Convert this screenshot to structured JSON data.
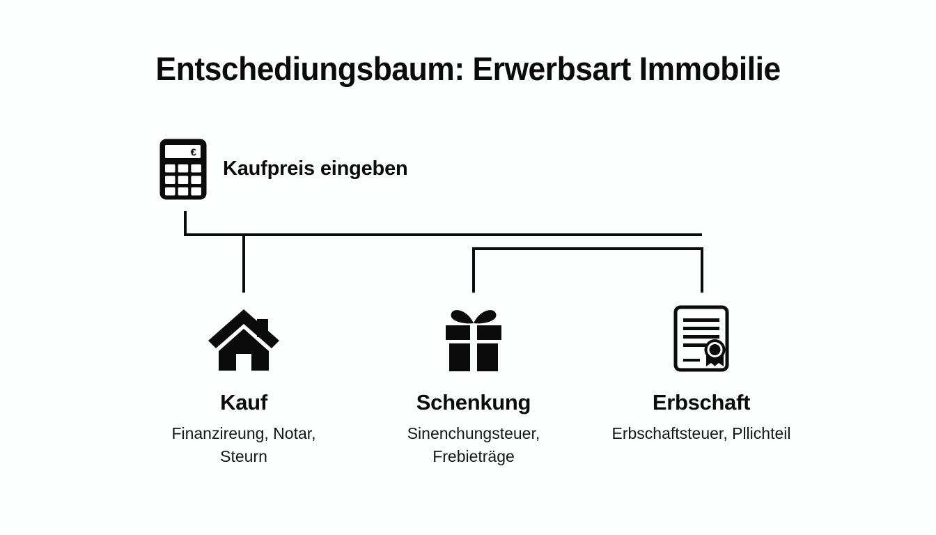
{
  "page": {
    "title": "Entschediungsbaum: Erwerbsart Immobilie",
    "background_color": "#fcfdfd",
    "ink_color": "#0b0b0b"
  },
  "root": {
    "icon": "calculator-euro-icon",
    "currency_symbol": "€",
    "label": "Kaufpreis eingeben"
  },
  "branches": [
    {
      "id": "kauf",
      "icon": "house-icon",
      "title": "Kauf",
      "description": "Finanzireung, Notar, Steurn"
    },
    {
      "id": "schenkung",
      "icon": "gift-icon",
      "title": "Schenkung",
      "description": "Sinenchungsteuer, Frebieträge"
    },
    {
      "id": "erbschaft",
      "icon": "certificate-seal-icon",
      "title": "Erbschaft",
      "description": "Erbschaftsteuer, Pllichteil"
    }
  ]
}
